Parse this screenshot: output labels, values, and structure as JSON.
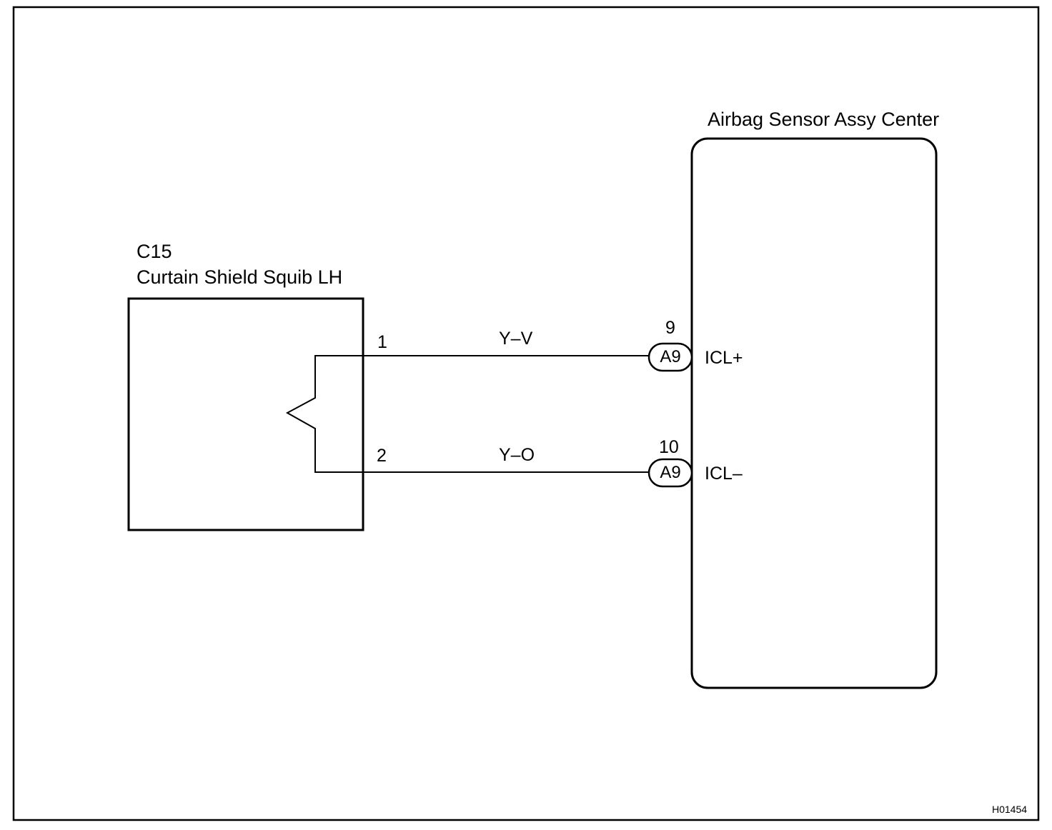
{
  "components": {
    "squib": {
      "code": "C15",
      "name": "Curtain Shield Squib LH"
    },
    "sensor": {
      "name": "Airbag Sensor Assy Center"
    }
  },
  "wires": [
    {
      "squib_pin": "1",
      "color_code": "Y–V",
      "connector_pin": "9",
      "connector": "A9",
      "terminal": "ICL+"
    },
    {
      "squib_pin": "2",
      "color_code": "Y–O",
      "connector_pin": "10",
      "connector": "A9",
      "terminal": "ICL–"
    }
  ],
  "figure_id": "H01454"
}
